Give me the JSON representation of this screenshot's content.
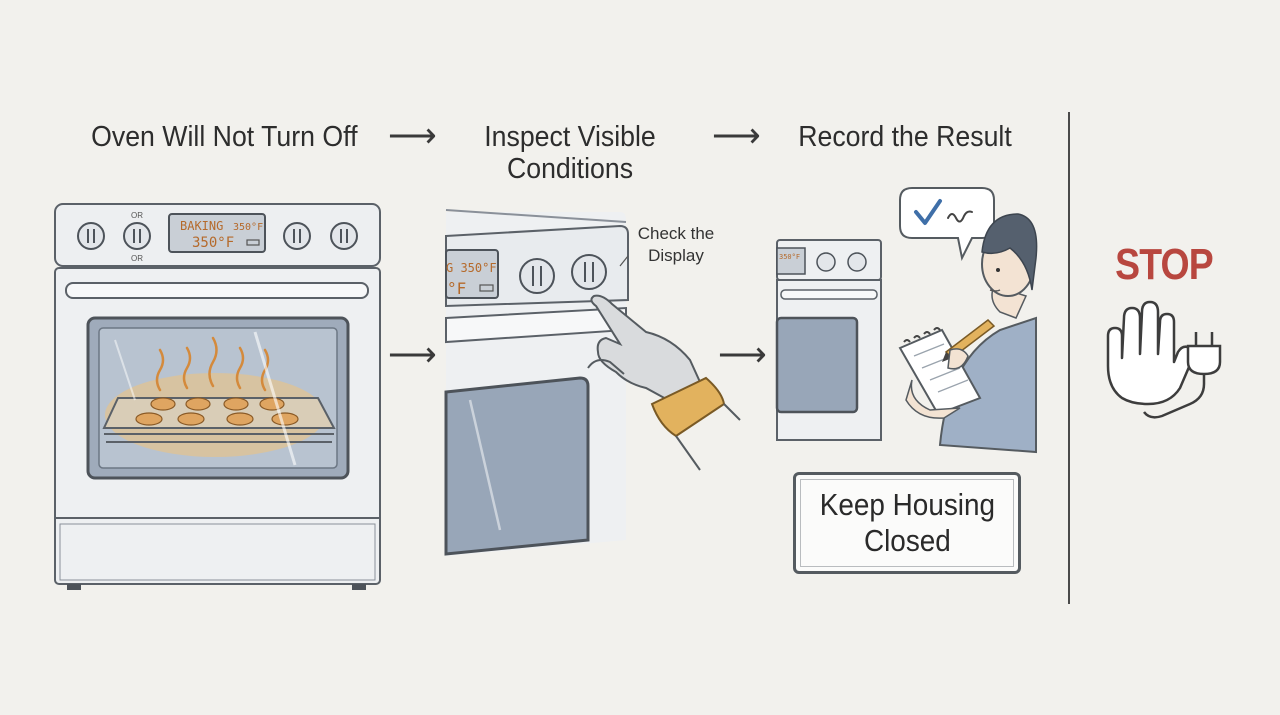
{
  "steps": [
    {
      "title": "Oven Will Not Turn Off"
    },
    {
      "title_line1": "Inspect Visible",
      "title_line2": "Conditions"
    },
    {
      "title": "Record the Result"
    }
  ],
  "arrows": {
    "glyph": "⟶"
  },
  "oven_panel": {
    "knob_label_top": "OR",
    "knob_label_bottom": "OR",
    "display_line1_word": "BAKING",
    "display_line1_temp": "350°F",
    "display_line2": "350°F"
  },
  "closeup": {
    "display_line1": "G  350°F",
    "display_line2": "°F",
    "callout_line1": "Check the",
    "callout_line2": "Display"
  },
  "record": {
    "mini_display": "350°F",
    "sign_line1": "Keep Housing",
    "sign_line2": "Closed"
  },
  "stop": {
    "label": "STOP"
  },
  "colors": {
    "background": "#f2f1ed",
    "stop_red": "#b8473f",
    "oven_glass": "#a9b5c4",
    "glow": "#e9a24a",
    "glove_cuff": "#e2b25e",
    "check_blue": "#3f6fa8"
  }
}
